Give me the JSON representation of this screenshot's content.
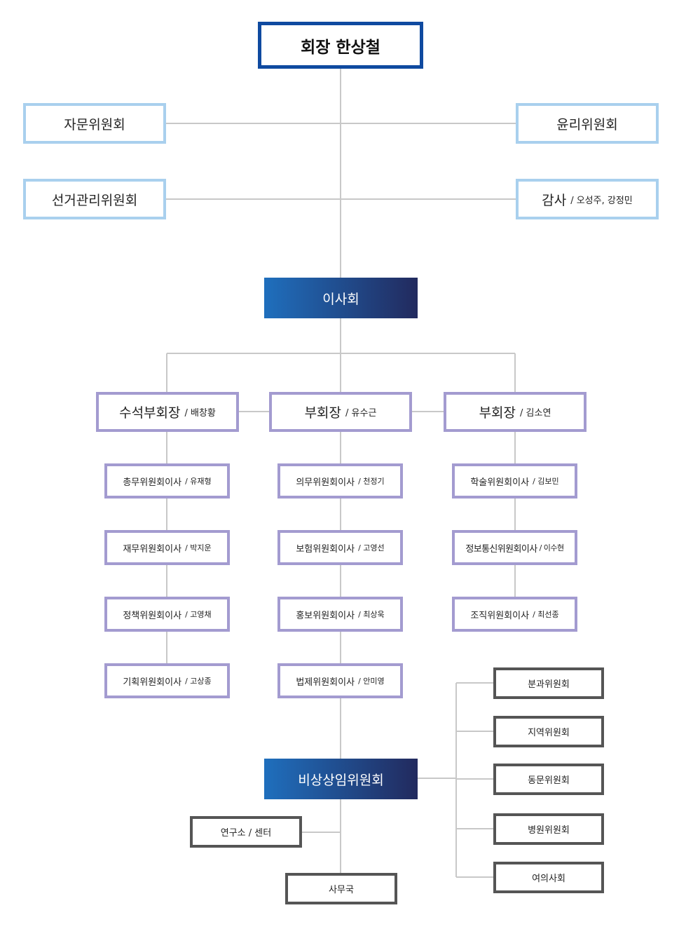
{
  "president": "회장 한상철",
  "advisory": [
    "자문위원회",
    "선거관리위원회"
  ],
  "ethics": "윤리위원회",
  "audit": {
    "title": "감사",
    "names": "/ 오성주, 강정민"
  },
  "board": "이사회",
  "vice_presidents": [
    {
      "title": "수석부회장",
      "name": "/ 배창황"
    },
    {
      "title": "부회장",
      "name": "/ 유수근"
    },
    {
      "title": "부회장",
      "name": "/ 김소연"
    }
  ],
  "directors": [
    [
      {
        "title": "총무위원회이사",
        "name": "/ 유재형"
      },
      {
        "title": "재무위원회이사",
        "name": "/ 박지운"
      },
      {
        "title": "정책위원회이사",
        "name": "/ 고영채"
      },
      {
        "title": "기획위원회이사",
        "name": "/ 고상종"
      }
    ],
    [
      {
        "title": "의무위원회이사",
        "name": "/ 천정기"
      },
      {
        "title": "보험위원회이사",
        "name": "/ 고영선"
      },
      {
        "title": "홍보위원회이사",
        "name": "/ 최상욱"
      },
      {
        "title": "법제위원회이사",
        "name": "/ 안미영"
      }
    ],
    [
      {
        "title": "학술위원회이사",
        "name": "/ 김보민"
      },
      {
        "title": "정보통신위원회이사",
        "name": "/ 이수현"
      },
      {
        "title": "조직위원회이사",
        "name": "/ 최선종"
      }
    ]
  ],
  "non_standing": "비상상임위원회",
  "committees": [
    "분과위원회",
    "지역위원회",
    "동문위원회",
    "병원위원회",
    "여의사회"
  ],
  "institute": "연구소 / 센터",
  "secretariat": "사무국",
  "colors": {
    "president_border": "#0f4aa0",
    "side_border": "#a9d0ee",
    "vp_border": "#a39bd0",
    "gray_border": "#555555",
    "gradient_start": "#1f6fbd",
    "gradient_end": "#222a5e",
    "line": "#c8c8c8"
  }
}
